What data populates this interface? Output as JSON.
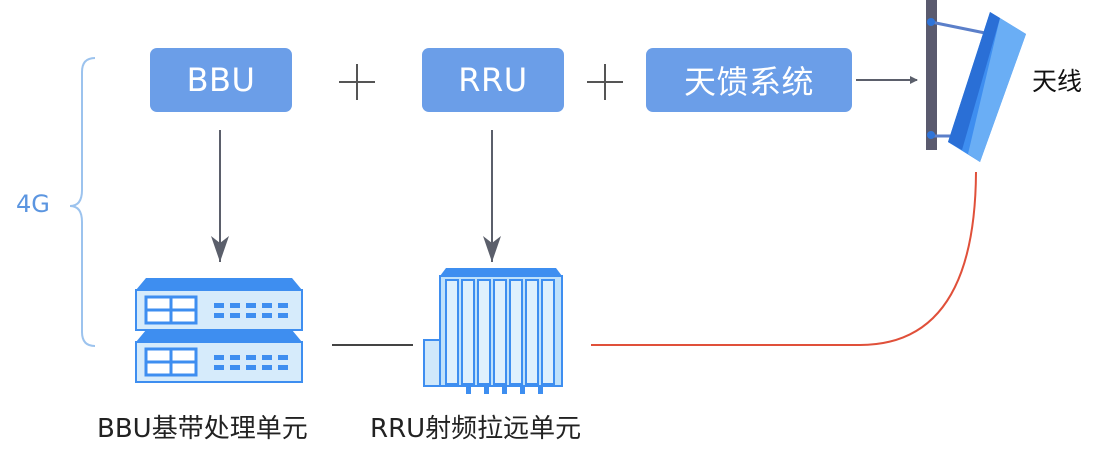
{
  "diagram": {
    "blocks": [
      {
        "id": "bbu",
        "label": "BBU"
      },
      {
        "id": "rru",
        "label": "RRU"
      },
      {
        "id": "feeder",
        "label": "天馈系统"
      }
    ],
    "plus_signs": [
      "+",
      "+"
    ],
    "antenna_label": "天线",
    "generation_label": "4G",
    "device_labels": {
      "bbu": "BBU基带处理单元",
      "rru": "RRU射频拉远单元"
    }
  },
  "colors": {
    "block_fill": "#6b9ee8",
    "arrow": "#5b5f6b",
    "fiber": "#e0503a",
    "device_blue": "#3e8ef0",
    "device_light": "#bfe1fb",
    "brace": "#5b95e0"
  }
}
